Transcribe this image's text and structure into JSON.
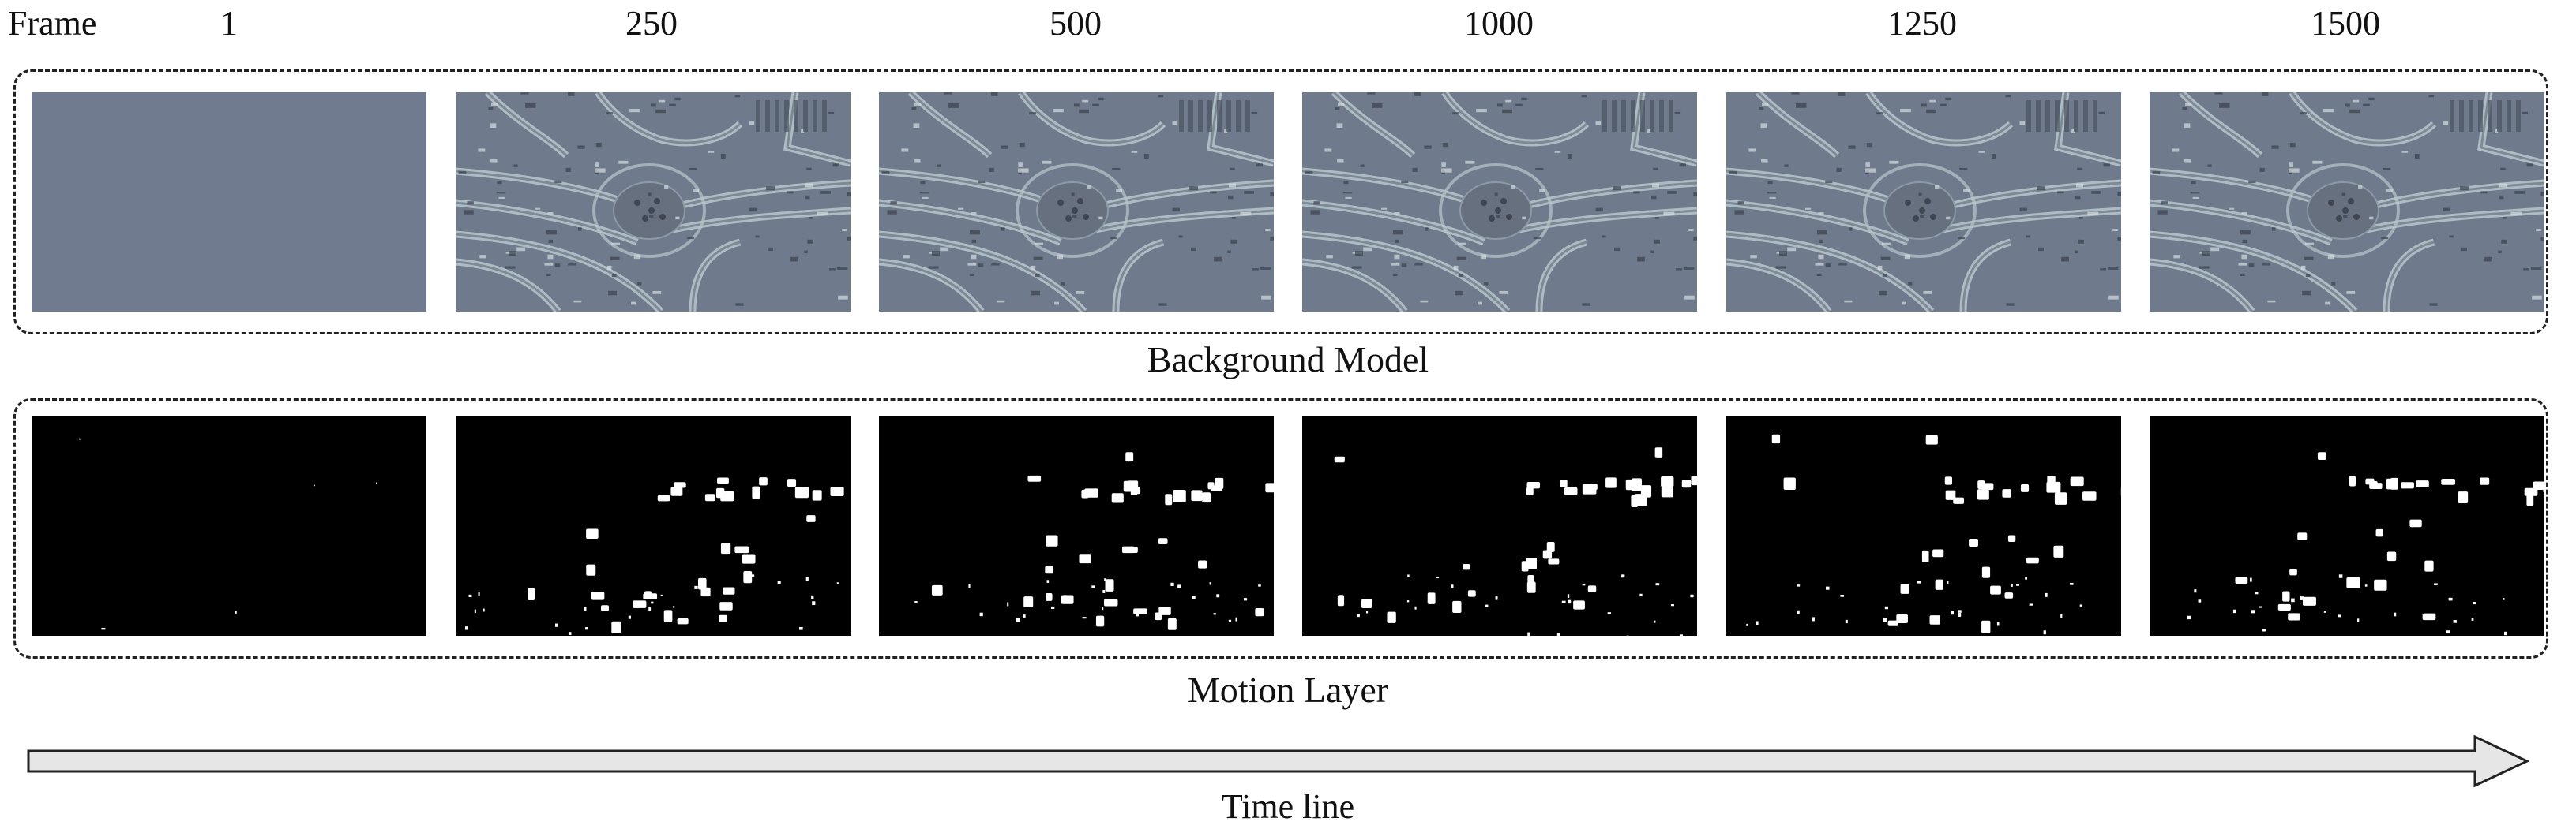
{
  "header": {
    "frame_label": "Frame",
    "frames": [
      "1",
      "250",
      "500",
      "1000",
      "1250",
      "1500"
    ]
  },
  "rows": {
    "background_label": "Background Model",
    "motion_label": "Motion Layer"
  },
  "timeline": {
    "label": "Time line"
  },
  "colors": {
    "background_gray": "#707b90",
    "aerial_base": "#6f7a8c",
    "road_light": "#b8c8cc",
    "motion_bg": "#000000",
    "motion_blob": "#ffffff",
    "arrow_fill": "#e6e6e6"
  }
}
